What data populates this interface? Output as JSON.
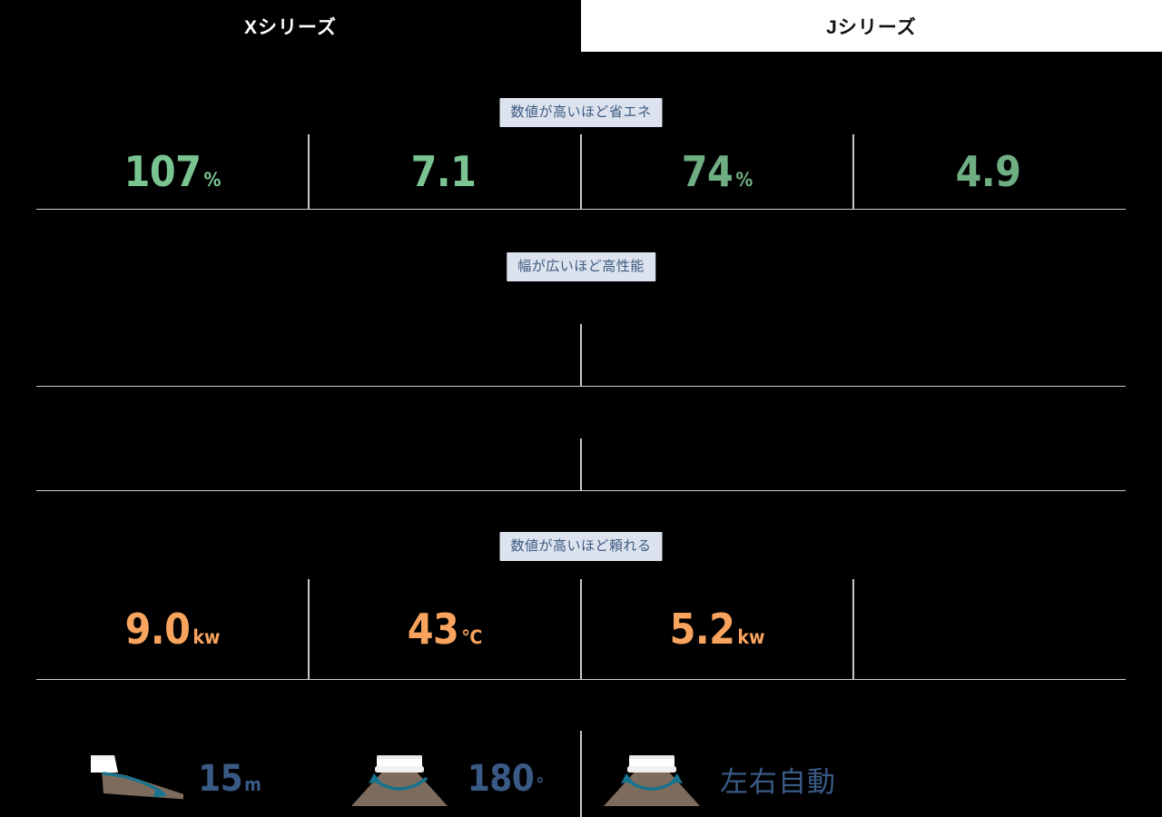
{
  "tabs": [
    {
      "id": "x-series",
      "label": "Xシリーズ",
      "active": true
    },
    {
      "id": "j-series",
      "label": "Jシリーズ",
      "active": false
    }
  ],
  "sections": [
    {
      "id": "efficiency",
      "badge": "数値が高いほど省エネ"
    },
    {
      "id": "performance",
      "badge": "幅が広いほど高性能"
    },
    {
      "id": "reliability",
      "badge": "数値が高いほど頼れる"
    }
  ],
  "efficiency_row": {
    "cells": [
      {
        "num": "107",
        "unit": "%",
        "tone": "green-strong"
      },
      {
        "num": "7.1",
        "unit": "",
        "tone": "green-strong"
      },
      {
        "num": "74",
        "unit": "%",
        "tone": "green-dim"
      },
      {
        "num": "4.9",
        "unit": "",
        "tone": "green-dim"
      }
    ]
  },
  "reliability_row": {
    "cells": [
      {
        "num": "9.0",
        "unit": "kw",
        "tone": "orange"
      },
      {
        "num": "43",
        "unit": "℃",
        "tone": "orange"
      },
      {
        "num": "5.2",
        "unit": "kw",
        "tone": "orange"
      },
      {
        "num": "",
        "unit": "",
        "tone": "orange"
      }
    ]
  },
  "icon_row": {
    "cells": [
      {
        "icon": "airflow-distance-icon",
        "num": "15",
        "unit": "m",
        "text": ""
      },
      {
        "icon": "airflow-spread-icon",
        "num": "180",
        "unit": "°",
        "text": ""
      },
      {
        "icon": "airflow-auto-swing-icon",
        "num": "",
        "unit": "",
        "text": "左右自動"
      },
      {
        "icon": "",
        "num": "",
        "unit": "",
        "text": ""
      }
    ]
  },
  "colors": {
    "background": "#000000",
    "rule": "#cfcfcf",
    "badge_bg": "#dde3ee",
    "badge_text": "#3d5a80",
    "green_strong": "#79c491",
    "green_dim": "#6fae83",
    "orange": "#f9a45e",
    "icon_blue": "#3a5a86",
    "icon_teal": "#1c7a94",
    "icon_brown": "#7d6b5d"
  }
}
